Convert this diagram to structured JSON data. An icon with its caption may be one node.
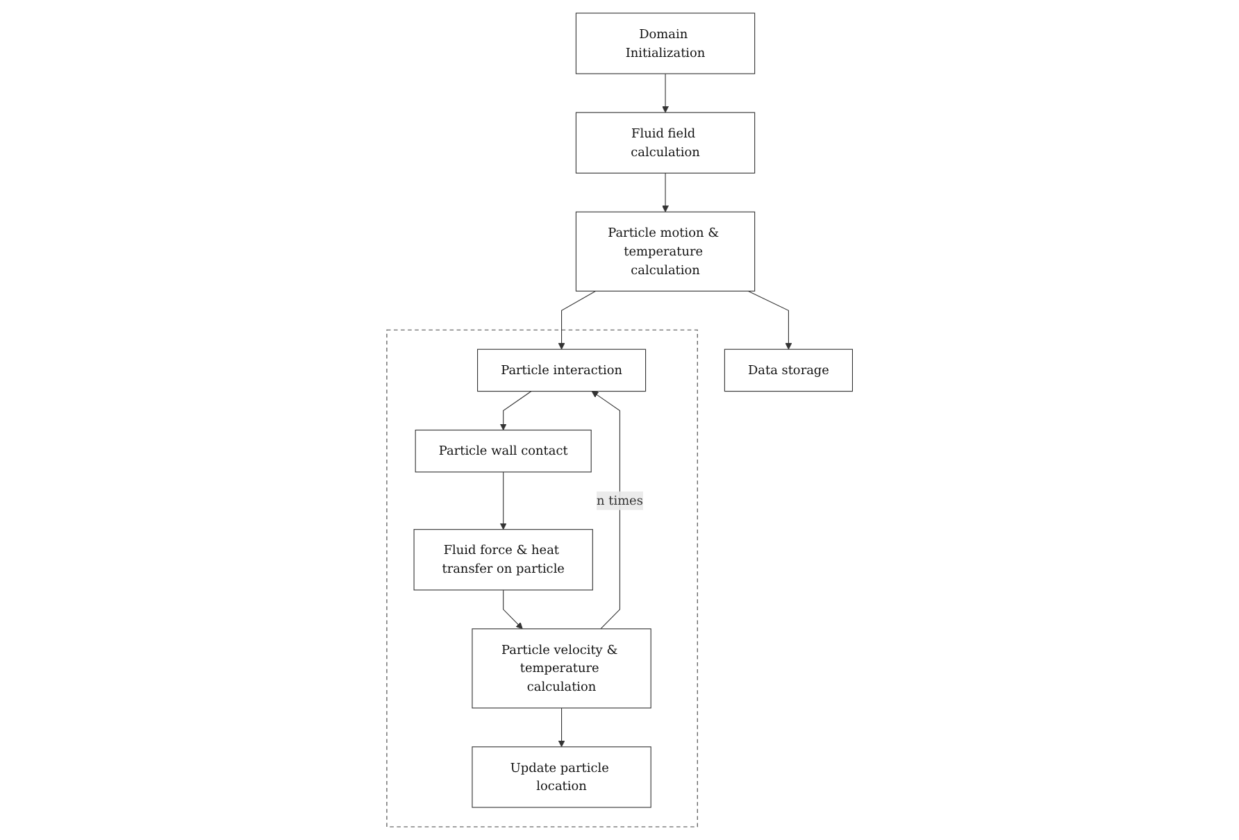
{
  "diagram": {
    "nodes": [
      {
        "text": [
          "Domain Initialization"
        ]
      },
      {
        "text": [
          "Fluid field calculation"
        ]
      },
      {
        "text": [
          "Particle motion & temperature calculation"
        ]
      },
      {
        "text": [
          "Data storage"
        ]
      },
      {
        "text": [],
        "shape": "box"
      },
      {
        "text": [
          "Particle interaction"
        ],
        "in": 4
      },
      {
        "text": [
          "Particle wall contact"
        ],
        "in": 4
      },
      {
        "text": [
          "Fluid force & heat transfer on particle"
        ],
        "in": 4
      },
      {
        "text": [
          "Particle velocity & temperature calculation"
        ],
        "in": 4
      },
      {
        "text": [
          "Update particle location"
        ],
        "in": 4
      }
    ],
    "edges": [
      {
        "from": 0,
        "to": 1,
        "arrow": "to"
      },
      {
        "from": 1,
        "to": 2,
        "arrow": "to"
      },
      {
        "from": 2,
        "to": 3,
        "arrow": "to"
      },
      {
        "from": 2,
        "to": 5,
        "arrow": "to"
      },
      {
        "from": 5,
        "to": 6,
        "arrow": "to"
      },
      {
        "from": 6,
        "to": 7,
        "arrow": "to"
      },
      {
        "from": 7,
        "to": 8,
        "arrow": "to"
      },
      {
        "from": 8,
        "to": 5,
        "arrow": "to",
        "label": "n times"
      },
      {
        "from": 8,
        "to": 9,
        "arrow": "to"
      }
    ]
  }
}
